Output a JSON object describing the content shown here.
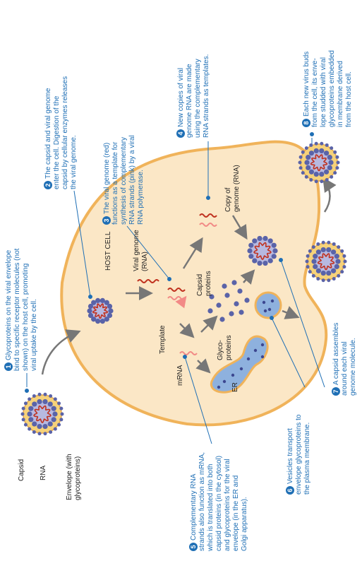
{
  "colors": {
    "cell_fill": "#fbe7c6",
    "cell_border": "#f0b35a",
    "step_blue": "#1f6fb5",
    "rna_red": "#c0311f",
    "template_pink": "#f28a86",
    "capsid_blue": "#5a63a8",
    "er_blue": "#8eb1de"
  },
  "virus_labels": {
    "capsid": "Capsid",
    "rna": "RNA",
    "envelope": [
      "Envelope (with",
      "glycoproteins)"
    ]
  },
  "cell_labels": {
    "host_cell": "HOST CELL",
    "viral_genome": [
      "Viral genome",
      "(RNA)"
    ],
    "template": "Template",
    "capsid_proteins": [
      "Capsid",
      "proteins"
    ],
    "copy_of_genome": [
      "Copy of",
      "genome (RNA)"
    ],
    "mrna": "mRNA",
    "glycoproteins": [
      "Glyco-",
      "proteins"
    ],
    "er": "ER"
  },
  "steps": [
    {
      "num": "1",
      "lines": [
        "Glycoproteins on the viral envelope",
        "bind to specific receptor molecules (not",
        "shown) on the host cell, promoting",
        "viral uptake by the cell."
      ]
    },
    {
      "num": "2",
      "lines": [
        "The capsid and viral genome",
        "enter the cell. Digestion of the",
        "capsid by cellular enzymes releases",
        "the viral genome."
      ]
    },
    {
      "num": "3",
      "lines": [
        "The viral genome (red)",
        "functions as a template for",
        "synthesis of complementary",
        "RNA strands (pink) by a viral",
        "RNA polymerase."
      ]
    },
    {
      "num": "4",
      "lines": [
        "New copies of viral",
        "genome RNA are made",
        "using the complementary",
        "RNA strands as templates."
      ]
    },
    {
      "num": "5",
      "lines": [
        "Complementary RNA",
        "strands also function as mRNA,",
        "which is translated into both",
        "capsid proteins (in the cytosol)",
        "and glycoproteins for the viral",
        "envelope (in the ER and",
        "Golgi apparatus)."
      ]
    },
    {
      "num": "6",
      "lines": [
        "Vesicles transport",
        "envelope glycoproteins to",
        "the plasma membrane."
      ]
    },
    {
      "num": "7",
      "lines": [
        "A capsid assembles",
        "around each viral",
        "genome molecule."
      ]
    },
    {
      "num": "8",
      "lines": [
        "Each new virus buds",
        "from the cell, its enve-",
        "lope studded with viral",
        "glycoproteins embedded",
        "in membrane derived",
        "from the host cell."
      ]
    }
  ]
}
